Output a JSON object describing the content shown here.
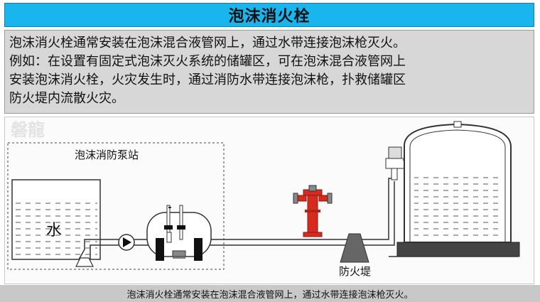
{
  "title": "泡沫消火栓",
  "description": [
    "泡沫消火栓通常安装在泡沫混合液管网上，通过水带连接泡沫枪灭火。",
    "例如：在设置有固定式泡沫灭火系统的储罐区，可在泡沫混合液管网上",
    "安装泡沫消火栓，火灾发生时，通过消防水带连接泡沫枪，扑救储罐区",
    "防火堤内流散火灾。"
  ],
  "diagram": {
    "watermark": "磐龍",
    "pump_station_label": "泡沫消防泵站",
    "water_label": "水",
    "dike_label": "防火堤"
  },
  "caption": "泡沫消火栓通常安装在泡沫混合液管网上，通过水带连接泡沫枪灭火。",
  "colors": {
    "title_bg": "#19b5ee",
    "hydrant": "#d62b1e",
    "pipe": "#ffffff",
    "liquid_lines": "#555555"
  }
}
